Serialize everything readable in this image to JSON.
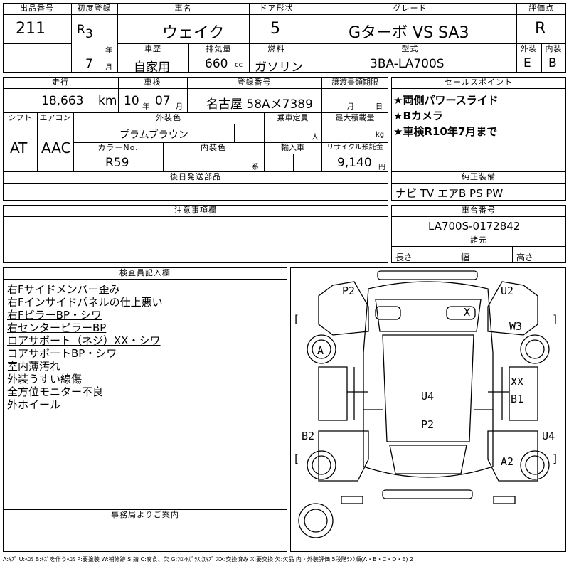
{
  "header": {
    "lot_label": "出品番号",
    "lot_value": "211",
    "first_reg_label": "初度登録",
    "era": "R",
    "year": "3",
    "year_unit": "年",
    "month": "7",
    "month_unit": "月",
    "name_label": "車名",
    "name_value": "ウェイク",
    "doors_label": "ドア形状",
    "doors_value": "5",
    "grade_label": "グレード",
    "grade_value": "Gターボ VS SA3",
    "score_label": "評価点",
    "score_value": "R",
    "history_label": "車歴",
    "history_value": "自家用",
    "displacement_label": "排気量",
    "displacement_value": "660",
    "displacement_unit": "cc",
    "fuel_label": "燃料",
    "fuel_value": "ガソリン",
    "model_label": "型式",
    "model_value": "3BA-LA700S",
    "exterior_label": "外装",
    "exterior_value": "E",
    "interior_label": "内装",
    "interior_value": "B"
  },
  "row2": {
    "mileage_label": "走行",
    "mileage_value": "18,663",
    "mileage_unit": "km",
    "inspection_label": "車検",
    "inspection_year": "10",
    "inspection_year_unit": "年",
    "inspection_month": "07",
    "inspection_month_unit": "月",
    "registration_label": "登録番号",
    "registration_value": "名古屋 58Aメ7389",
    "transfer_label": "譲渡書類期限",
    "transfer_month_unit": "月",
    "transfer_day_unit": "日",
    "shift_label": "シフト",
    "shift_value": "AT",
    "ac_label": "エアコン",
    "ac_value": "AAC",
    "color_label": "外装色",
    "color_value": "プラムブラウン",
    "capacity_label": "乗車定員",
    "capacity_unit": "人",
    "load_label": "最大積載量",
    "load_unit": "kg",
    "color_no_label": "カラーNo.",
    "color_no_value": "R59",
    "int_color_label": "内装色",
    "int_color_unit": "系",
    "import_label": "輸入車",
    "recycle_label": "リサイクル預託金",
    "recycle_value": "9,140",
    "recycle_unit": "円",
    "delivery_label": "後日発送部品"
  },
  "sales": {
    "label": "セールスポイント",
    "items": [
      "★両側パワースライド",
      "★Bカメラ",
      "★車検R10年7月まで"
    ]
  },
  "equipment": {
    "label": "純正装備",
    "value": "ナビ TV エアB PS PW"
  },
  "notes": {
    "label": "注意事項欄"
  },
  "chassis": {
    "label": "車台番号",
    "value": "LA700S-0172842"
  },
  "dimensions": {
    "label": "諸元",
    "length": "長さ",
    "width": "幅",
    "height": "高さ"
  },
  "inspector": {
    "label": "検査員記入欄",
    "items": [
      "右Fサイドメンバー歪み",
      "右Fインサイドパネルの仕上悪い",
      "右FピラーBP・シワ",
      "右センターピラーBP",
      "ロアサポート（ネジ）XX・シワ",
      "コアサポートBP・シワ",
      "室内薄汚れ",
      "外装うすい線傷",
      "全方位モニター不良",
      "外ホイール"
    ]
  },
  "diagram": {
    "markers": {
      "p2_top": "P2",
      "u2": "U2",
      "x": "X",
      "w3": "W3",
      "a": "A",
      "xx": "XX",
      "b1": "B1",
      "u4_center": "U4",
      "p2_center": "P2",
      "b2": "B2",
      "u4_right": "U4",
      "a2": "A2",
      "bracket_open": "[",
      "bracket_close": "]"
    }
  },
  "office": {
    "label": "事務局よりご案内"
  },
  "legend": {
    "text": "A:ｷｽﾞ U:ﾍｺﾐ B:ｷｽﾞを伴うﾍｺﾐ P:要塗装 W:補修跡 S:錆 C:腐食、欠 G:ﾌﾛﾝﾄｶﾞﾗｽ点ｷｽﾞ XX:交換済み X:要交換 欠:欠品 内・外装評価 5段階ﾗﾝｸ順(A・B・C・D・E) 2"
  }
}
